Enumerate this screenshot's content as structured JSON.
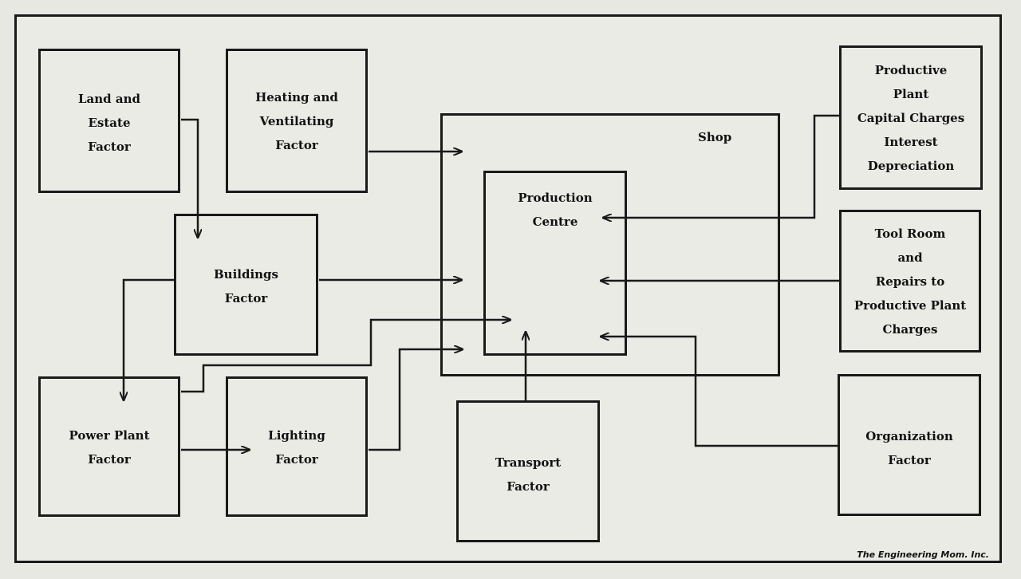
{
  "boxes": {
    "land_estate": "Land and\nEstate\nFactor",
    "heating_ventilating": "Heating and\nVentilating\nFactor",
    "buildings": "Buildings\nFactor",
    "power_plant": "Power Plant\nFactor",
    "lighting": "Lighting\nFactor",
    "transport": "Transport\nFactor",
    "productive_plant": "Productive\nPlant\nCapital Charges\nInterest\nDepreciation",
    "tool_room": "Tool Room\nand\nRepairs to\nProductive Plant\nCharges",
    "organization": "Organization\nFactor",
    "shop": "Shop",
    "production_centre": "Production\nCentre"
  },
  "credit": "The Engineering Mom. Inc."
}
